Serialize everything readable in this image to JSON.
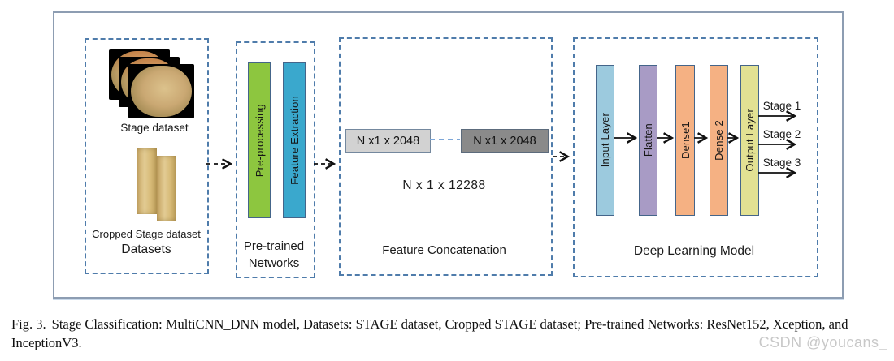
{
  "figure": {
    "datasets": {
      "stage_caption": "Stage dataset",
      "cropped_caption": "Cropped Stage dataset",
      "title": "Datasets"
    },
    "pretrained": {
      "bars": [
        {
          "label": "Pre-processing",
          "color": "#8dc63f"
        },
        {
          "label": "Feature Extraction",
          "color": "#3aa8cd"
        }
      ],
      "title_line1": "Pre-trained",
      "title_line2": "Networks"
    },
    "concatenation": {
      "left_block": "N x1 x 2048",
      "right_block": "N x1 x 2048",
      "left_fill": "#d2d2d2",
      "right_fill": "#8a8a8a",
      "result": "N x 1 x 12288",
      "title": "Feature Concatenation"
    },
    "deep_learning": {
      "layers": [
        {
          "label": "Input Layer",
          "color": "#9ccade"
        },
        {
          "label": "Flatten",
          "color": "#a89bc5"
        },
        {
          "label": "Dense1",
          "color": "#f5b183"
        },
        {
          "label": "Dense 2",
          "color": "#f5b183"
        },
        {
          "label": "Output Layer",
          "color": "#e2e193"
        }
      ],
      "outputs": [
        "Stage 1",
        "Stage 2",
        "Stage 3"
      ],
      "title": "Deep Learning Model"
    }
  },
  "caption": {
    "label": "Fig. 3.",
    "text": "Stage Classification: MultiCNN_DNN model, Datasets: STAGE dataset, Cropped STAGE dataset; Pre-trained Networks: ResNet152, Xception, and InceptionV3."
  },
  "watermark": "CSDN @youcans_"
}
